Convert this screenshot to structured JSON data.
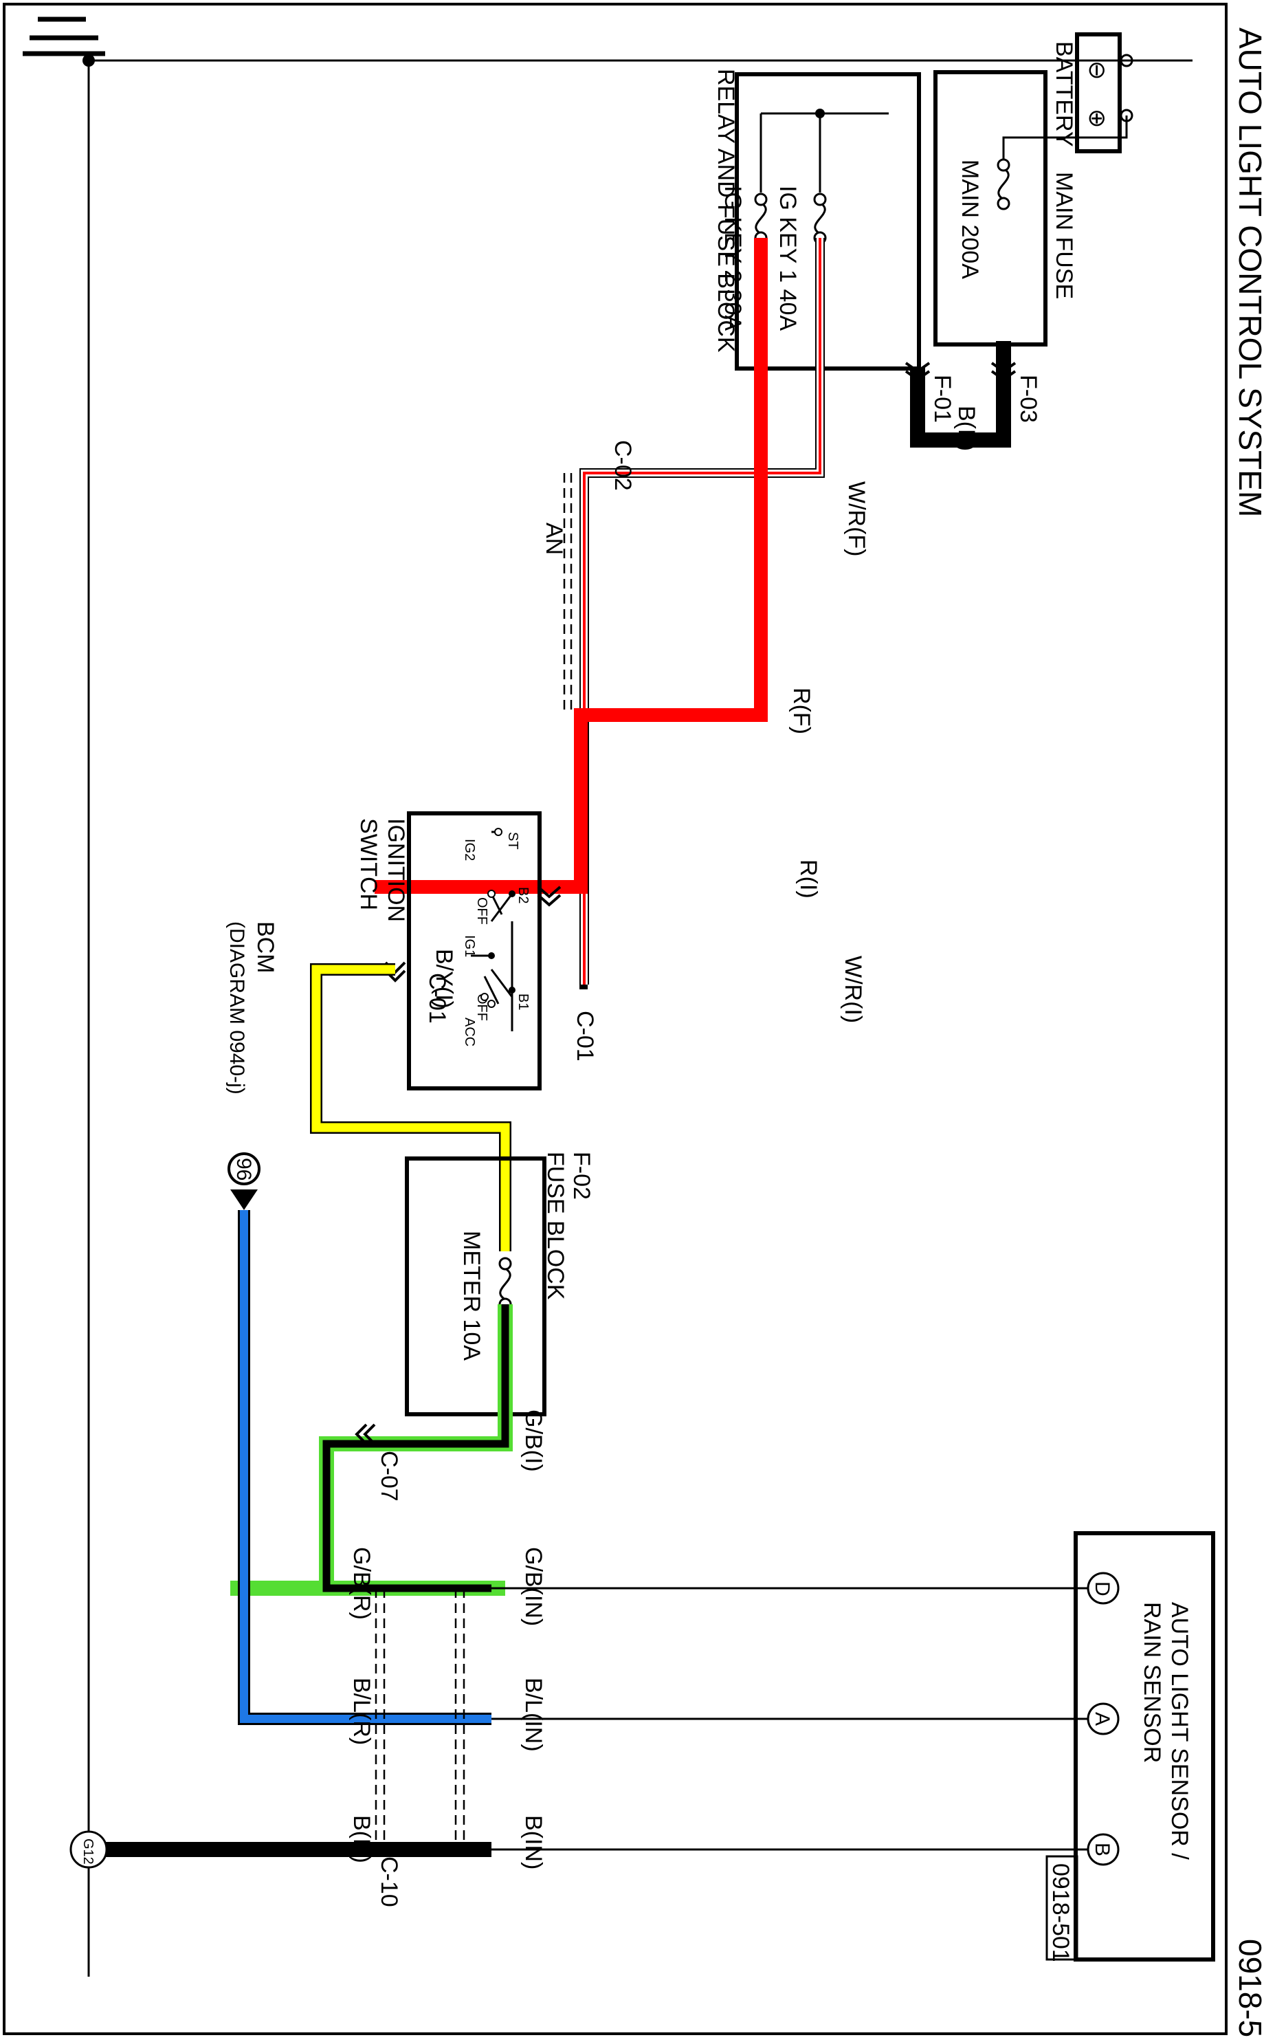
{
  "page": {
    "title": "AUTO LIGHT CONTROL SYSTEM",
    "page_number": "0918-5",
    "figure_id": "0918-501"
  },
  "components": {
    "battery": "BATTERY",
    "main_fuse_block": "MAIN FUSE",
    "main_fuse": "MAIN 200A",
    "relay_block": "RELAY AND FUSE BLOCK",
    "ig_key1": "IG KEY 1 40A",
    "ig_key2": "IG KEY 2 30A",
    "ignition_switch": [
      "IGNITION",
      "SWITCH"
    ],
    "fuse_block": "FUSE BLOCK",
    "meter_fuse": "METER 10A",
    "bcm": "BCM",
    "bcm_ref": "(DIAGRAM 0940-j)",
    "bcm_pin": "96",
    "sensor": [
      "AUTO LIGHT SENSOR /",
      "RAIN SENSOR"
    ],
    "ground": "G12"
  },
  "switch_labels": {
    "st": "ST",
    "ig2": "IG2",
    "b2": "B2",
    "off1": "OFF",
    "ig1": "IG1",
    "b1": "B1",
    "acc": "ACC",
    "off2": "OFF"
  },
  "connectors": {
    "f03": "F-03",
    "f01": "F-01",
    "f02": "F-02",
    "c02": "C-02",
    "c01_top": "C-01",
    "c01_bottom": "C-01",
    "c07": "C-07",
    "c10": "C-10",
    "an": "AN"
  },
  "wires": {
    "bf": "B(F)",
    "wrf": "W/R(F)",
    "rf": "R(F)",
    "ri": "R(I)",
    "wri": "W/R(I)",
    "byi": "B/Y(I)",
    "gbi": "G/B(I)",
    "gbin": "G/B(IN)",
    "gbr": "G/B(R)",
    "blin": "B/L(IN)",
    "blr": "B/L(R)",
    "bin": "B(IN)",
    "br": "B(R)"
  },
  "pins": {
    "d": "D",
    "a": "A",
    "b": "B"
  },
  "symbols": {
    "battery_minus": "⊖",
    "battery_plus": "⊕"
  }
}
